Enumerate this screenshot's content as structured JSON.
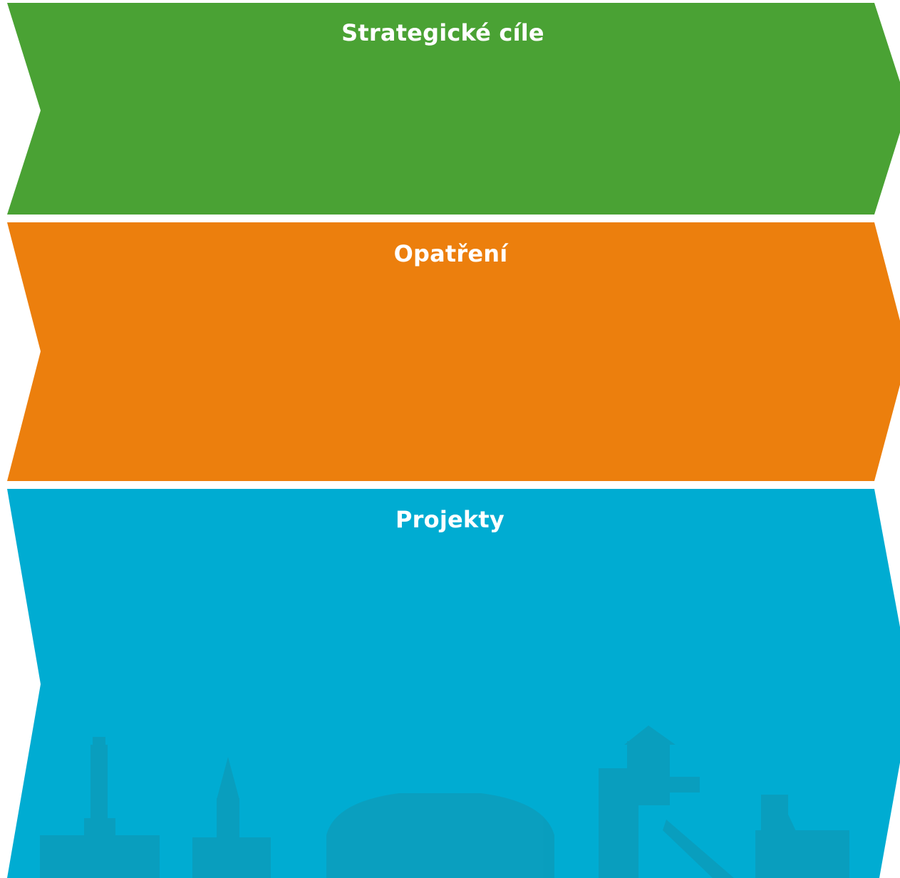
{
  "bands": [
    {
      "title": "Strategické cíle",
      "color": "#4aa234"
    },
    {
      "title": "Opatření",
      "color": "#ec7f0d"
    },
    {
      "title": "Projekty",
      "color": "#00acd2"
    }
  ],
  "skyline_color": "#0b9dbc"
}
